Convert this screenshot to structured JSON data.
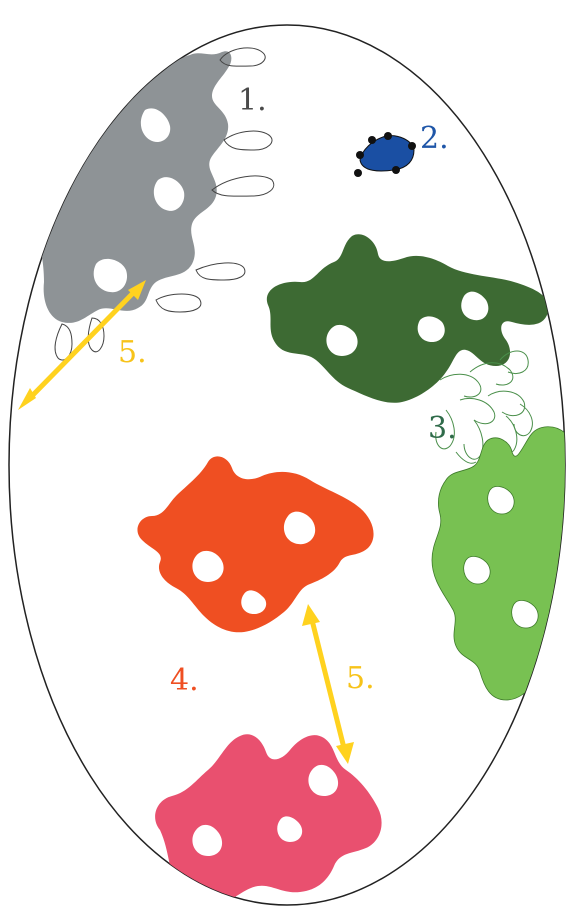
{
  "labels": {
    "l1": "1.",
    "l2": "2.",
    "l3": "3.",
    "l4": "4.",
    "l5a": "5.",
    "l5b": "5."
  },
  "colors": {
    "outline": "#222222",
    "grey_cell": "#8e9396",
    "blue_cell": "#1a4fa3",
    "dark_green_cell": "#3d6a33",
    "light_green_cell": "#78c152",
    "orange_cell": "#ef4f22",
    "pink_cell": "#e9506f",
    "arrow": "#ffd21f",
    "label_grey": "#4a4a4a",
    "label_blue": "#1f56a8",
    "label_green": "#2f6b4a",
    "label_orange": "#ef4f22",
    "label_yellow": "#f7c31a"
  }
}
